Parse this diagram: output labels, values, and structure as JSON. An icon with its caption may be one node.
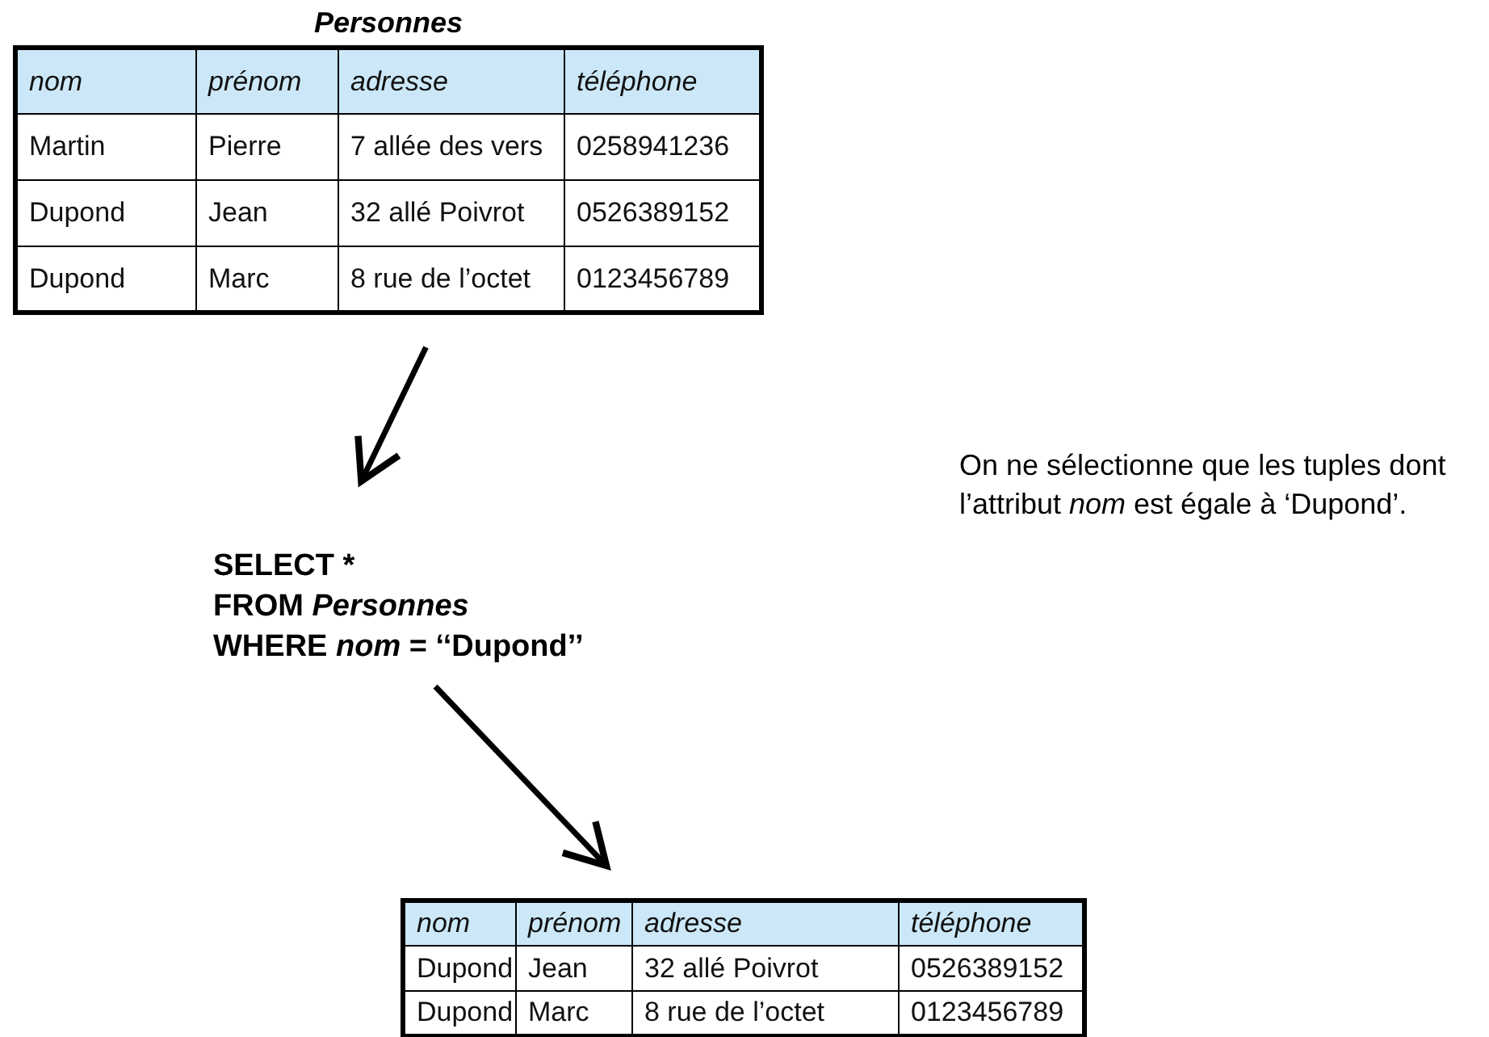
{
  "diagram": {
    "nodes": [
      {
        "text": [
          "Personnes",
          "nom",
          "prénom",
          "adresse",
          "téléphone",
          "Martin",
          "Pierre",
          "7 allée des vers",
          "0258941236",
          "Dupond",
          "Jean",
          "32 allé Poivrot",
          "0526389152",
          "Dupond",
          "Marc",
          "8 rue de l’octet",
          "0123456789"
        ]
      },
      {
        "text": [
          "SELECT *",
          "FROM *Personnes*",
          "WHERE *nom* = ‘‘Dupond’’"
        ]
      },
      {
        "text": [
          "nom",
          "prénom",
          "adresse",
          "téléphone",
          "Dupond",
          "Jean",
          "32 allé Poivrot",
          "0526389152",
          "Dupond",
          "Marc",
          "8 rue de l’octet",
          "0123456789"
        ]
      }
    ],
    "edges": [
      {
        "from": 0,
        "to": 1,
        "arrow": "to"
      },
      {
        "from": 1,
        "to": 2,
        "arrow": "to"
      }
    ],
    "labels": [
      "On ne sélectionne que les tuples dont l’attribut *nom* est égale à ‘Dupond’."
    ]
  }
}
